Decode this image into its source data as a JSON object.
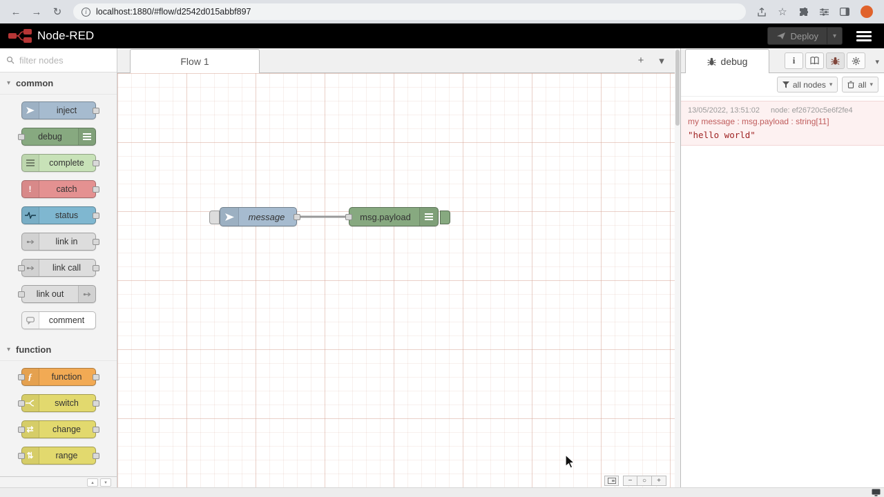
{
  "browser": {
    "url": "localhost:1880/#flow/d2542d015abbf897"
  },
  "header": {
    "brand": "Node-RED",
    "deploy": {
      "label": "Deploy"
    }
  },
  "icons": {
    "back": "←",
    "forward": "→",
    "reload": "↻",
    "star": "☆",
    "plus": "+",
    "chevron_down": "▾",
    "zoom_out": "−",
    "zoom_reset": "○",
    "zoom_in": "+",
    "collapse_up": "▴",
    "collapse_down": "▾",
    "info": "i"
  },
  "palette": {
    "filter_placeholder": "filter nodes",
    "categories": [
      {
        "label": "common",
        "nodes": [
          {
            "label": "inject",
            "color": "#a6bbcf",
            "icon": "paper-plane-icon"
          },
          {
            "label": "debug",
            "color": "#87a980",
            "icon": "list-icon"
          },
          {
            "label": "complete",
            "color": "#c8e2b8",
            "icon": "list-icon"
          },
          {
            "label": "catch",
            "color": "#e49191",
            "icon": "exclamation-icon",
            "glyph": "!"
          },
          {
            "label": "status",
            "color": "#7fb7d0",
            "icon": "heartbeat-icon"
          },
          {
            "label": "link in",
            "color": "#dddddd",
            "icon": "link-icon"
          },
          {
            "label": "link call",
            "color": "#dddddd",
            "icon": "link-icon"
          },
          {
            "label": "link out",
            "color": "#dddddd",
            "icon": "link-icon"
          },
          {
            "label": "comment",
            "color": "#ffffff",
            "icon": "comment-icon"
          }
        ]
      },
      {
        "label": "function",
        "nodes": [
          {
            "label": "function",
            "color": "#f2aa54",
            "icon": "function-icon",
            "glyph": "ƒ"
          },
          {
            "label": "switch",
            "color": "#e2d96e",
            "icon": "fork-icon"
          },
          {
            "label": "change",
            "color": "#e2d96e",
            "icon": "swap-icon",
            "glyph": "⇄"
          },
          {
            "label": "range",
            "color": "#e2d96e",
            "icon": "range-icon",
            "glyph": "⇅"
          }
        ]
      }
    ]
  },
  "workspace": {
    "tabs": [
      {
        "label": "Flow 1"
      }
    ],
    "flow_nodes": [
      {
        "label": "message",
        "color": "#a6bbcf",
        "type": "inject"
      },
      {
        "label": "msg.payload",
        "color": "#87a980",
        "type": "debug"
      }
    ]
  },
  "debug_sidebar": {
    "tab_label": "debug",
    "filters": {
      "nodes_label": "all nodes",
      "clear_label": "all"
    },
    "messages": [
      {
        "timestamp": "13/05/2022, 13:51:02",
        "node_id": "node: ef26720c5e6f2fe4",
        "meta": "my message : msg.payload : string[11]",
        "payload": "\"hello world\""
      }
    ]
  }
}
